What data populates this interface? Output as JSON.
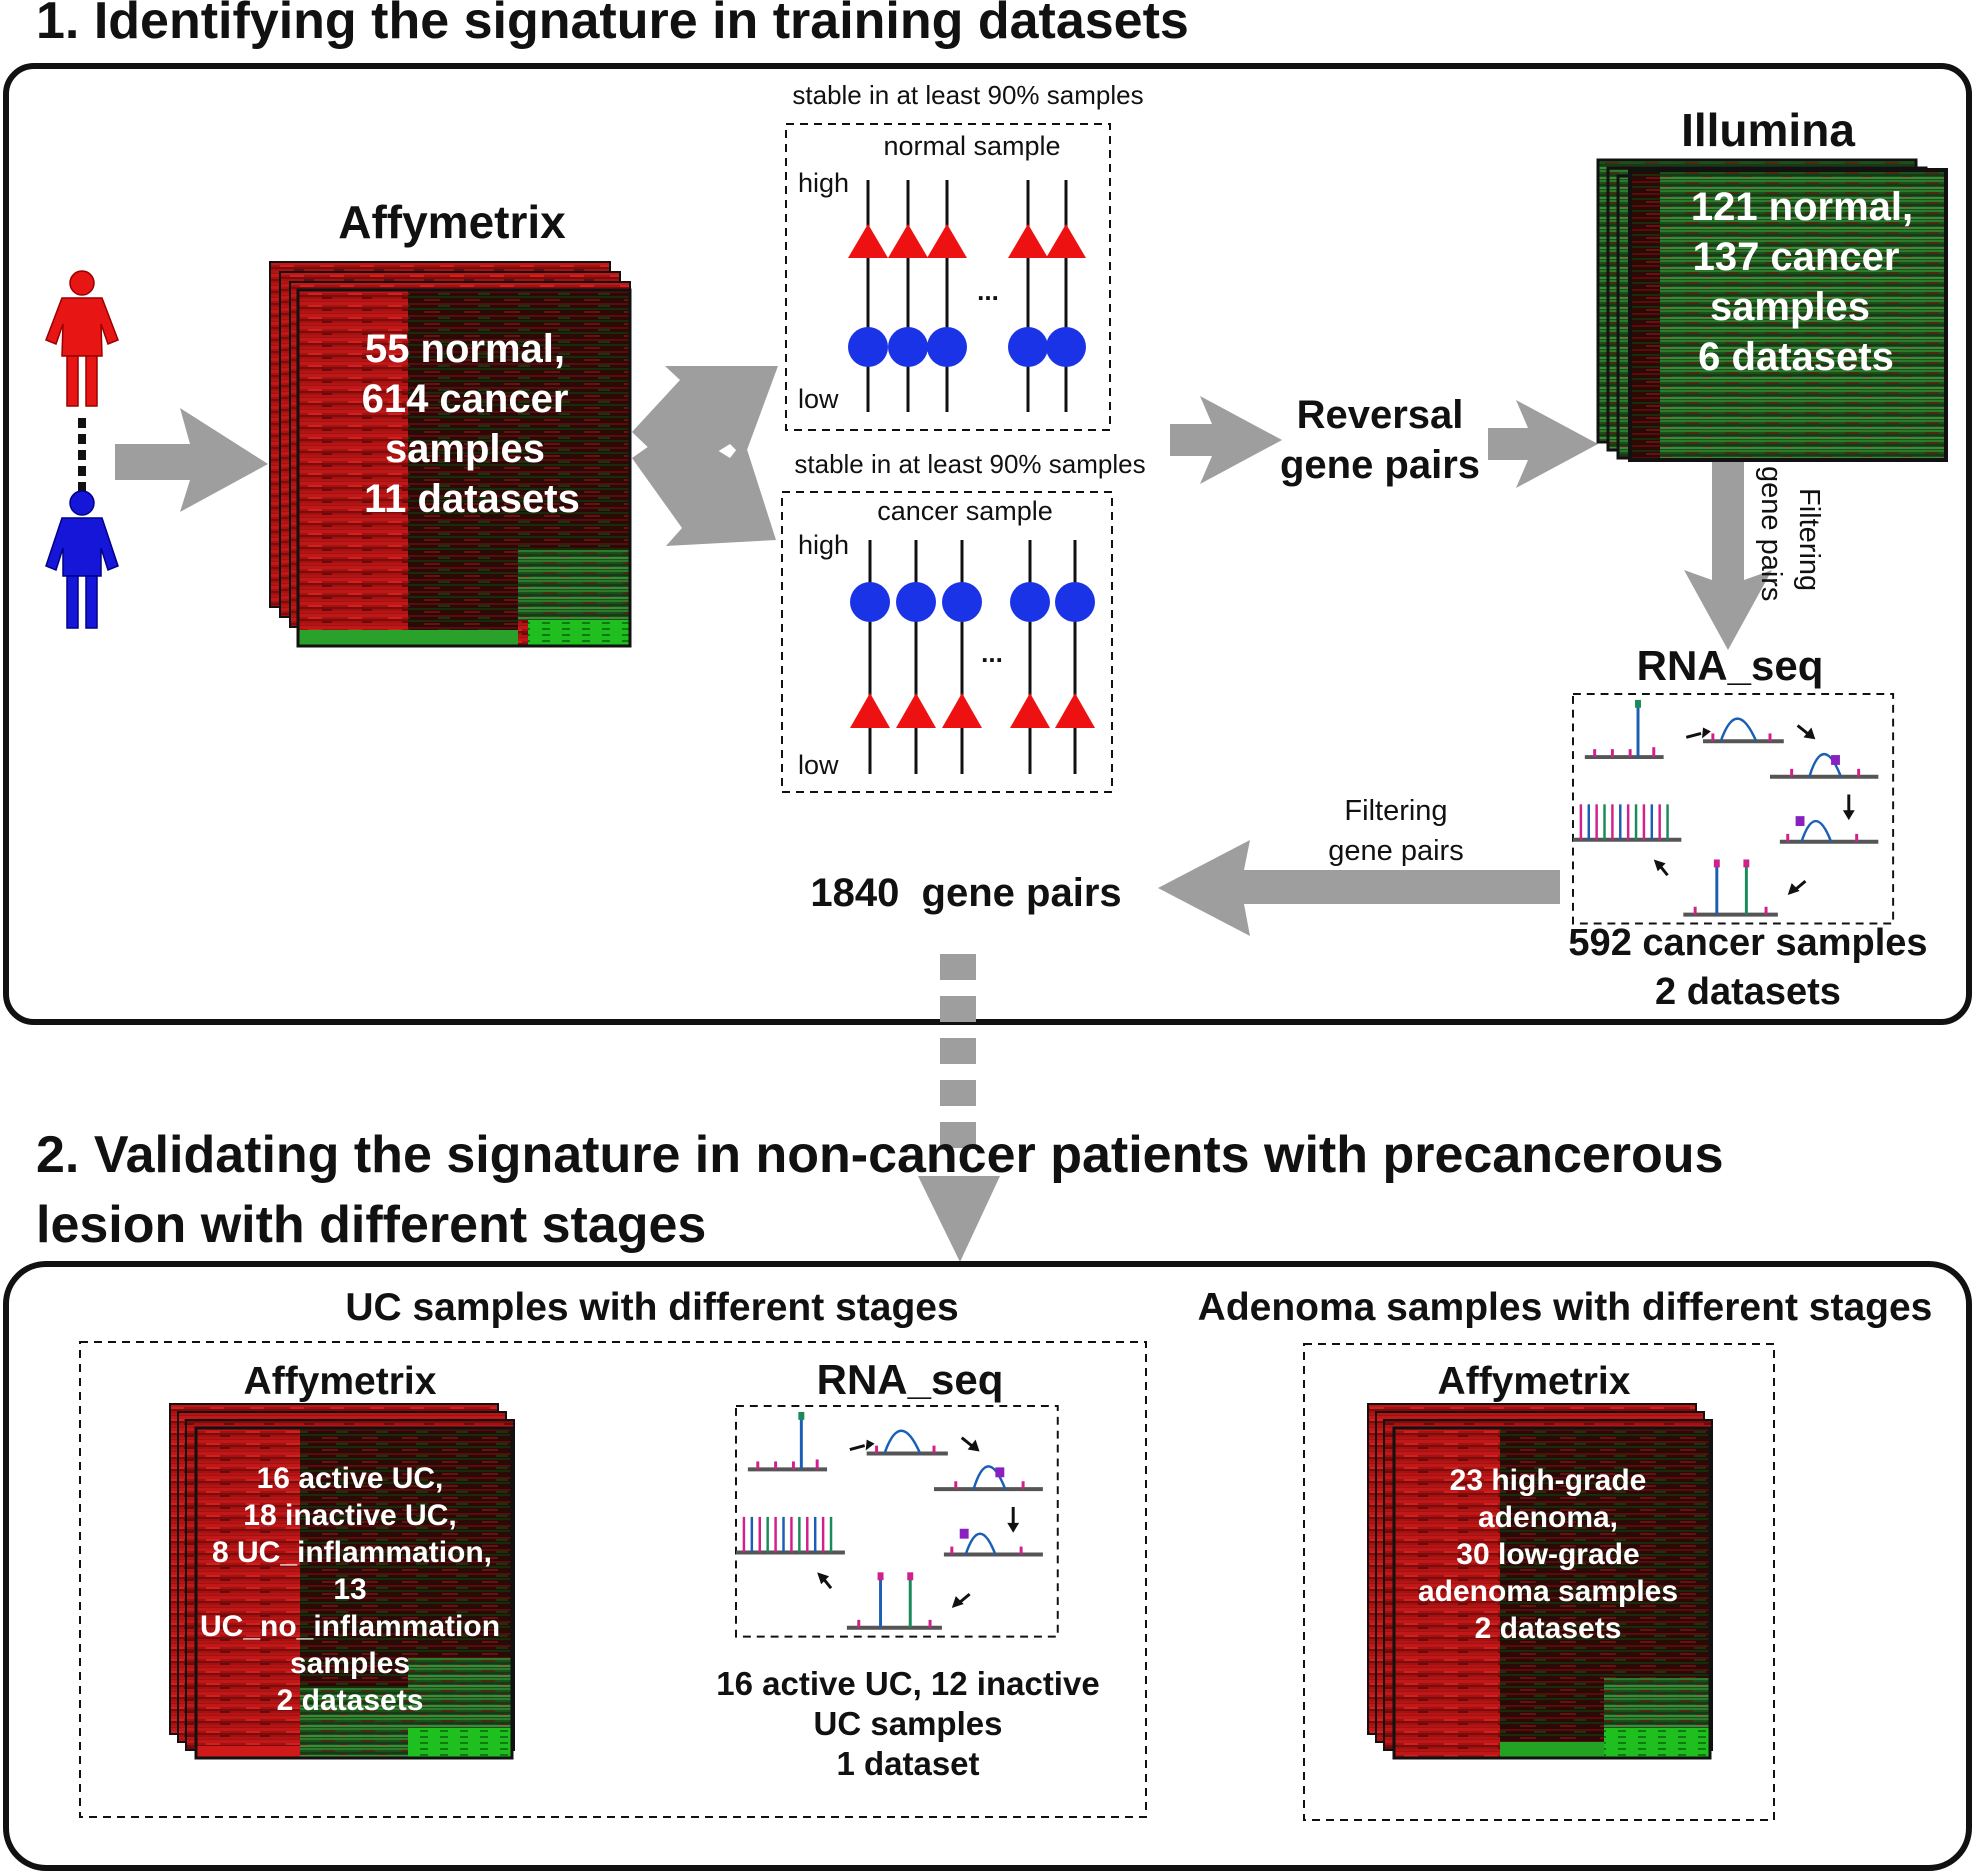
{
  "section1": {
    "title": "1. Identifying the signature in training datasets",
    "affymetrix": {
      "label": "Affymetrix",
      "lines": [
        "55 normal,",
        "614 cancer",
        "samples",
        "11 datasets"
      ]
    },
    "normal_box": {
      "caption": "stable in at least 90% samples",
      "title": "normal sample",
      "high": "high",
      "low": "low",
      "ellipsis": "..."
    },
    "cancer_box": {
      "caption": "stable in at least 90% samples",
      "title": "cancer sample",
      "high": "high",
      "low": "low",
      "ellipsis": "..."
    },
    "reversal": [
      "Reversal",
      "gene pairs"
    ],
    "illumina": {
      "label": "Illumina",
      "lines": [
        "121 normal,",
        "137 cancer",
        "samples",
        "6 datasets"
      ]
    },
    "filtering_vertical": [
      "Filtering",
      "gene pairs"
    ],
    "rnaseq": {
      "label": "RNA_seq",
      "lines": [
        "592 cancer samples",
        "2 datasets"
      ]
    },
    "filtering_horizontal": [
      "Filtering",
      "gene pairs"
    ],
    "gene_pairs": "1840  gene pairs"
  },
  "section2": {
    "title_lines": [
      "2. Validating the signature in non-cancer patients with precancerous",
      "lesion with different stages"
    ],
    "uc": {
      "header": "UC samples with different stages",
      "affymetrix_label": "Affymetrix",
      "affymetrix_lines": [
        "16 active UC,",
        "18 inactive UC,",
        "8 UC_inflammation,",
        "13",
        "UC_no_inflammation",
        "samples",
        "2 datasets"
      ],
      "rnaseq_label": "RNA_seq",
      "rnaseq_lines": [
        "16 active UC, 12 inactive",
        "UC samples",
        "1 dataset"
      ]
    },
    "adenoma": {
      "header": "Adenoma samples with different stages",
      "affymetrix_label": "Affymetrix",
      "affymetrix_lines": [
        "23 high-grade",
        "adenoma,",
        "30 low-grade",
        "adenoma samples",
        "2 datasets"
      ]
    }
  },
  "colors": {
    "arrow": "#9e9e9e",
    "triangle": "#ee1111",
    "circle": "#1a33e6",
    "female": "#e81515",
    "male": "#1616d8",
    "heatmap_red": "#b01010",
    "heatmap_green": "#1d8a1d"
  }
}
